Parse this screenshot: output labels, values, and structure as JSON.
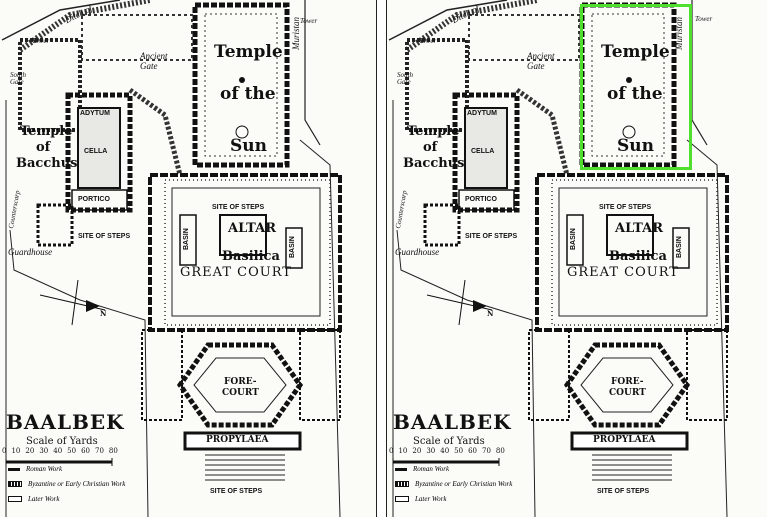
{
  "map": {
    "labels": {
      "ditch": "Ditch of",
      "tower": "Tower",
      "south_gate": "South\nGate",
      "ancient_gate": "Ancient\nGate",
      "temple_sun_line1": "Temple",
      "temple_sun_line2": "of the",
      "temple_sun_line3": "Sun",
      "murtasan": "Muristan",
      "temple_bacchus_line1": "Temple",
      "temple_bacchus_line2": "of",
      "temple_bacchus_line3": "Bacchus",
      "adytum": "ADYTUM",
      "cella": "CELLA",
      "portico": "PORTICO",
      "site_of_steps": "SITE OF STEPS",
      "guardhouse": "Guardhouse",
      "counterscarp": "Counterscarp",
      "altar": "ALTAR",
      "basilica": "Basilica",
      "basin": "BASIN",
      "great_court": "GREAT COURT",
      "fore_court_line1": "FORE-",
      "fore_court_line2": "COURT",
      "propylaea": "PROPYLAEA",
      "site_of_steps_bottom": "SITE OF STEPS",
      "north": "N"
    },
    "title": "BAALBEK",
    "scale": {
      "label": "Scale of Yards",
      "ticks": [
        "0",
        "10",
        "20",
        "30",
        "40",
        "50",
        "60",
        "70",
        "80"
      ]
    },
    "legend": [
      {
        "label": "Roman Work",
        "style": "roman"
      },
      {
        "label": "Byzantine or Early Christian Work",
        "style": "byz"
      },
      {
        "label": "Later Work",
        "style": "later"
      }
    ]
  },
  "highlight": {
    "color": "#4ee02c",
    "target": "Temple of the Sun"
  }
}
